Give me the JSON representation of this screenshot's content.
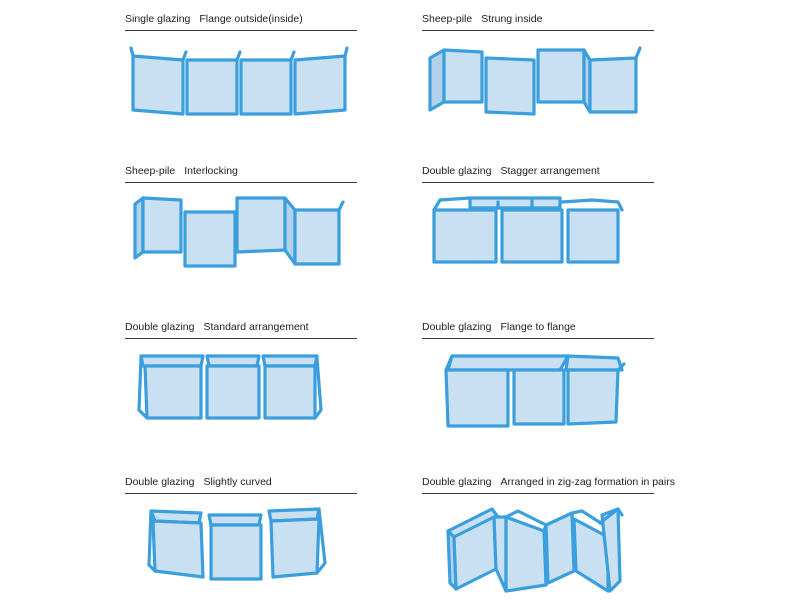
{
  "panels": [
    {
      "type": "Single glazing",
      "arrangement": "Flange outside(inside)"
    },
    {
      "type": "Sheep-pile",
      "arrangement": "Strung inside"
    },
    {
      "type": "Sheep-pile",
      "arrangement": "Interlocking"
    },
    {
      "type": "Double glazing",
      "arrangement": "Stagger arrangement"
    },
    {
      "type": "Double glazing",
      "arrangement": "Standard arrangement"
    },
    {
      "type": "Double glazing",
      "arrangement": "Flange to flange"
    },
    {
      "type": "Double glazing",
      "arrangement": "Slightly curved"
    },
    {
      "type": "Double glazing",
      "arrangement": "Arranged in zig-zag formation in pairs"
    }
  ],
  "colors": {
    "glass_fill": "#c9dff2",
    "glass_stroke": "#3a9fdc",
    "text": "#1e1e1e"
  }
}
